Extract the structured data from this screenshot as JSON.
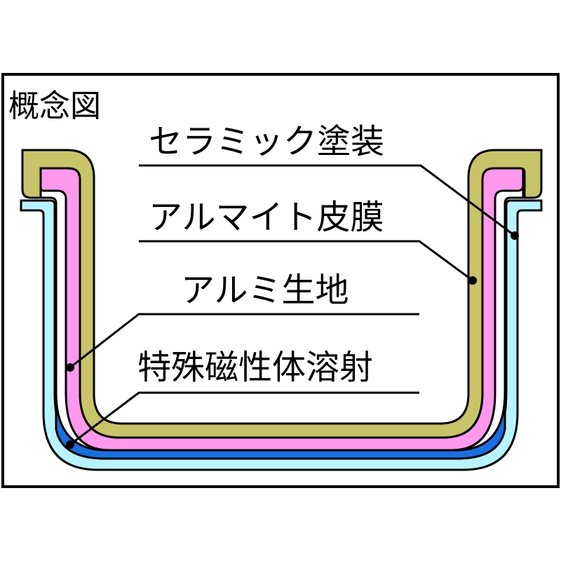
{
  "title": "概念図",
  "layers": [
    {
      "key": "ceramic",
      "label": "セラミック塗装",
      "color": "#c8c46a"
    },
    {
      "key": "alumite",
      "label": "アルマイト皮膜",
      "color": "#ff99ee"
    },
    {
      "key": "aluminum",
      "label": "アルミ生地",
      "color": "#ffffff"
    },
    {
      "key": "magnetic",
      "label": "特殊磁性体溶射",
      "color": "#1a6fdf"
    }
  ],
  "outer_layer_color": "#b8f4ff",
  "line_color": "#000000"
}
